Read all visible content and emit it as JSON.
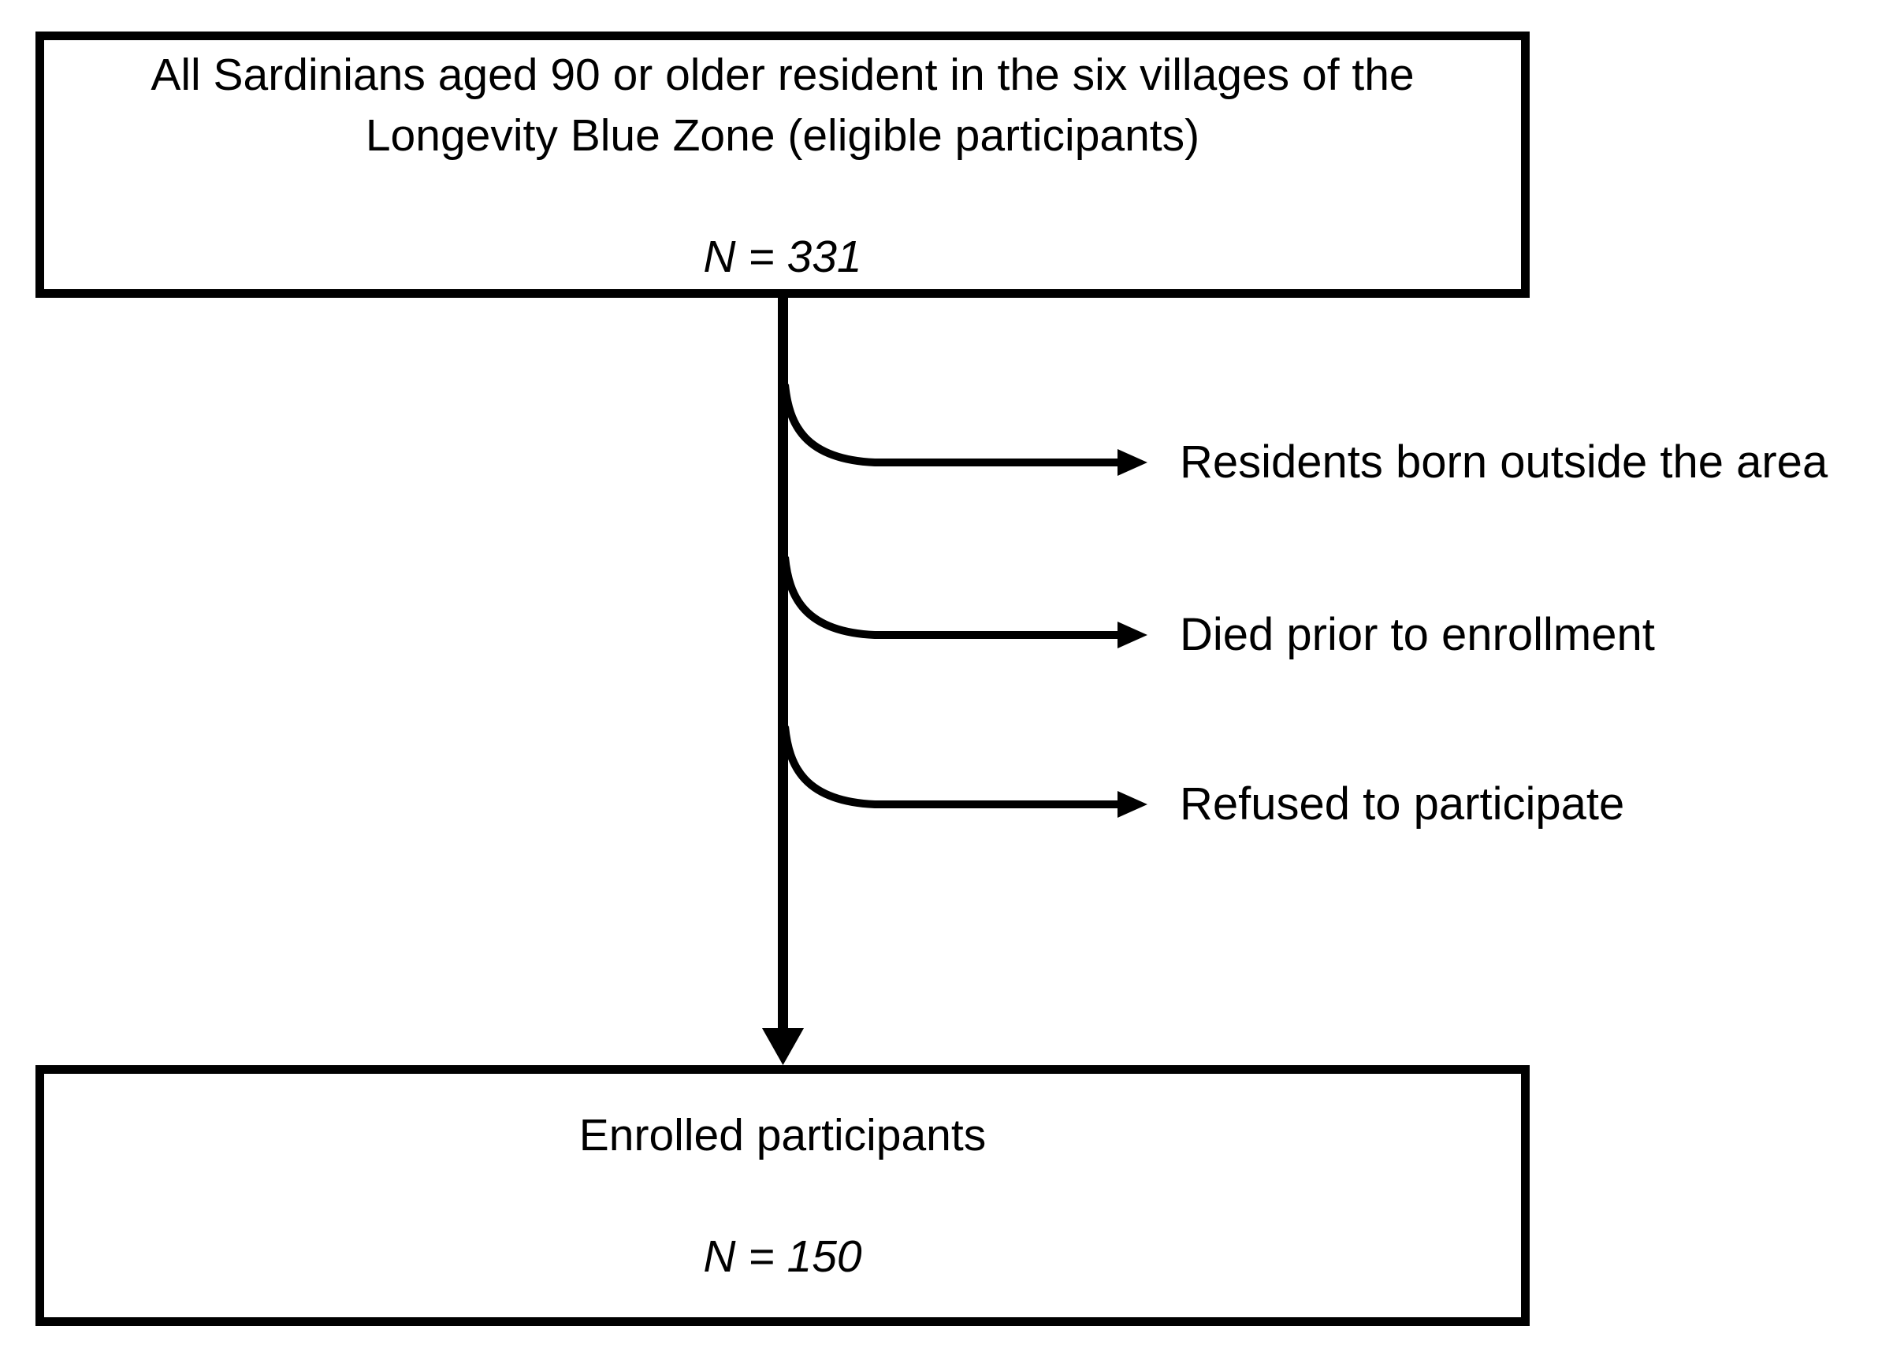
{
  "diagram": {
    "eligible_box": {
      "line1": "All Sardinians aged 90 or older resident in the six villages of the",
      "line2": "Longevity Blue Zone (eligible participants)",
      "n_label": "N = 331"
    },
    "exclusions": [
      {
        "label": "Residents born outside the area"
      },
      {
        "label": "Died prior to enrollment"
      },
      {
        "label": "Refused to participate"
      }
    ],
    "enrolled_box": {
      "title": "Enrolled participants",
      "n_label": "N = 150"
    },
    "colors": {
      "line": "#000000",
      "background": "#ffffff"
    }
  }
}
